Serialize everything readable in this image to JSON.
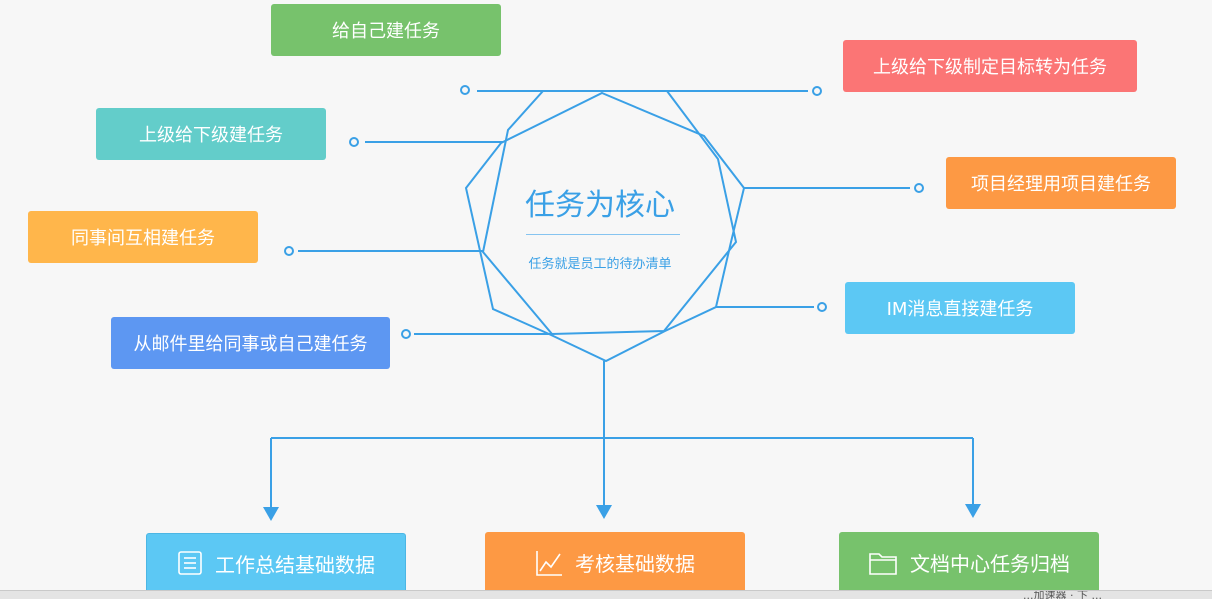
{
  "center": {
    "title": "任务为核心",
    "subtitle": "任务就是员工的待办清单"
  },
  "sources": [
    {
      "id": "self",
      "label": "给自己建任务"
    },
    {
      "id": "superior-goal",
      "label": "上级给下级制定目标转为任务"
    },
    {
      "id": "superior",
      "label": "上级给下级建任务"
    },
    {
      "id": "pm",
      "label": "项目经理用项目建任务"
    },
    {
      "id": "colleague",
      "label": "同事间互相建任务"
    },
    {
      "id": "im",
      "label": "IM消息直接建任务"
    },
    {
      "id": "email",
      "label": "从邮件里给同事或自己建任务"
    }
  ],
  "outputs": [
    {
      "id": "work-summary",
      "label": "工作总结基础数据",
      "icon": "document-list-icon"
    },
    {
      "id": "assessment",
      "label": "考核基础数据",
      "icon": "line-chart-icon"
    },
    {
      "id": "archive",
      "label": "文档中心任务归档",
      "icon": "folder-icon"
    }
  ],
  "colors": {
    "line": "#3aa0e6",
    "green": "#77c26c",
    "red": "#fb7575",
    "teal": "#63cdca",
    "orange": "#fd9944",
    "yellow": "#ffb64b",
    "sky": "#5cc8f4",
    "blue": "#5d97f2"
  },
  "statusbar": {
    "text": "...加速器  ·  下 ..."
  }
}
